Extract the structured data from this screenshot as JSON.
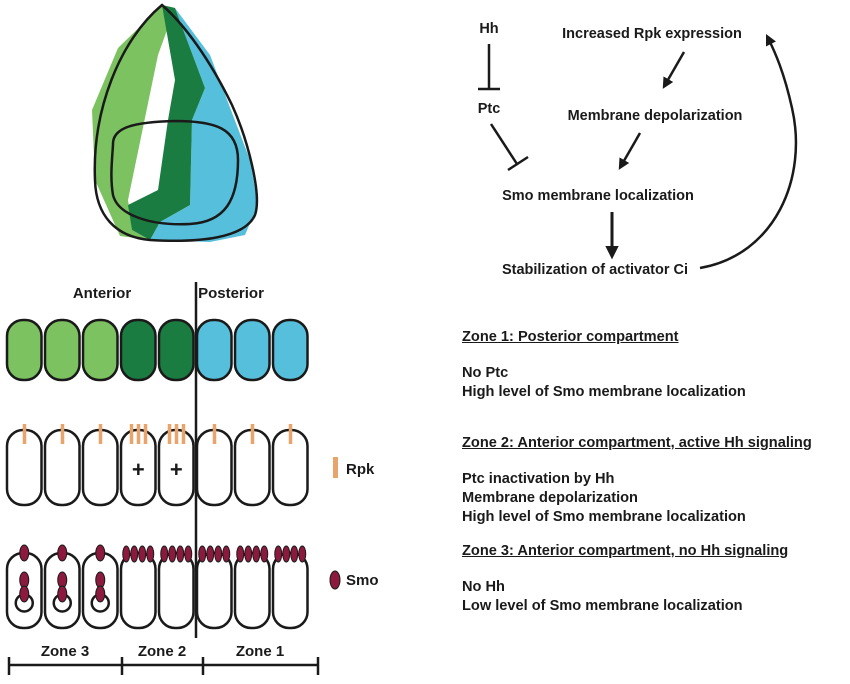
{
  "colors": {
    "anterior": "#7cc261",
    "boundary": "#1b7c41",
    "posterior": "#56c0dc",
    "rpk": "#e8a46a",
    "smo": "#8c1a3e",
    "outline": "#1a1a1a"
  },
  "labels": {
    "anterior": "Anterior",
    "posterior": "Posterior",
    "rpk": "Rpk",
    "smo": "Smo",
    "zone3": "Zone 3",
    "zone2": "Zone 2",
    "zone1": "Zone 1",
    "plus": "+"
  },
  "pathway": {
    "hh": "Hh",
    "ptc": "Ptc",
    "rpk_expression": "Increased Rpk expression",
    "depolarization": "Membrane depolarization",
    "smo_localization": "Smo membrane localization",
    "ci": "Stabilization of activator Ci"
  },
  "cell_rows": {
    "row1": [
      "anterior",
      "anterior",
      "anterior",
      "boundary",
      "boundary",
      "posterior",
      "posterior",
      "posterior"
    ],
    "rpk_marks_per_cell": [
      1,
      1,
      1,
      3,
      3,
      1,
      1,
      1
    ],
    "plus_cells": [
      3,
      4
    ]
  },
  "legend": {
    "zone1": {
      "title": "Zone 1: Posterior compartment",
      "lines": [
        "No Ptc",
        "High level of Smo membrane localization"
      ]
    },
    "zone2": {
      "title": "Zone 2: Anterior compartment, active Hh signaling",
      "lines": [
        "Ptc inactivation by Hh",
        "Membrane depolarization",
        "High level of Smo membrane localization"
      ]
    },
    "zone3": {
      "title": "Zone 3: Anterior compartment, no Hh signaling",
      "lines": [
        "No Hh",
        "Low level of Smo membrane localization"
      ]
    }
  }
}
